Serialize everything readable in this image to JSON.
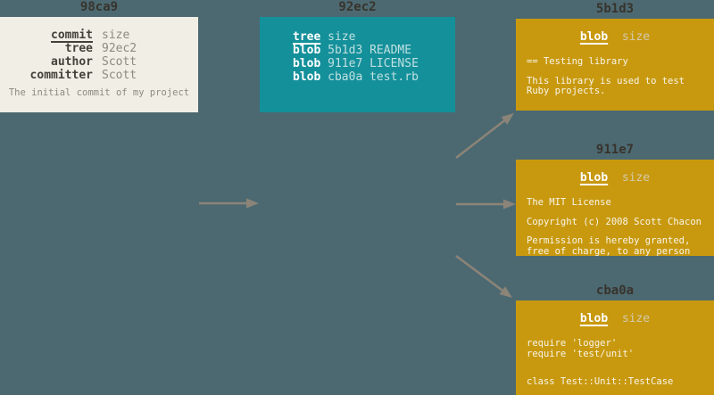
{
  "colors": {
    "background": "#4C6971",
    "commit_box": "#F0EEE5",
    "tree_box": "#14909A",
    "blob_box": "#C8990F",
    "arrow": "#8C8478",
    "hash_label_text": "#38332C"
  },
  "commit_node": {
    "hash": "98ca9",
    "type_label": "commit",
    "size_label": "size",
    "fields": [
      {
        "key": "tree",
        "value": "92ec2"
      },
      {
        "key": "author",
        "value": "Scott"
      },
      {
        "key": "committer",
        "value": "Scott"
      }
    ],
    "caption": "The initial commit of my project"
  },
  "tree_node": {
    "hash": "92ec2",
    "type_label": "tree",
    "size_label": "size",
    "entries": [
      {
        "type": "blob",
        "hash": "5b1d3",
        "name": "README"
      },
      {
        "type": "blob",
        "hash": "911e7",
        "name": "LICENSE"
      },
      {
        "type": "blob",
        "hash": "cba0a",
        "name": "test.rb"
      }
    ]
  },
  "blob_nodes": [
    {
      "hash": "5b1d3",
      "type_label": "blob",
      "size_label": "size",
      "lines": [
        "== Testing library",
        "This library is used to test",
        "Ruby projects."
      ]
    },
    {
      "hash": "911e7",
      "type_label": "blob",
      "size_label": "size",
      "lines": [
        "The MIT License",
        "Copyright (c) 2008 Scott Chacon",
        "Permission is hereby granted,",
        "free of charge, to any person"
      ]
    },
    {
      "hash": "cba0a",
      "type_label": "blob",
      "size_label": "size",
      "lines": [
        "require 'logger'",
        "require 'test/unit'",
        "class Test::Unit::TestCase"
      ]
    }
  ]
}
